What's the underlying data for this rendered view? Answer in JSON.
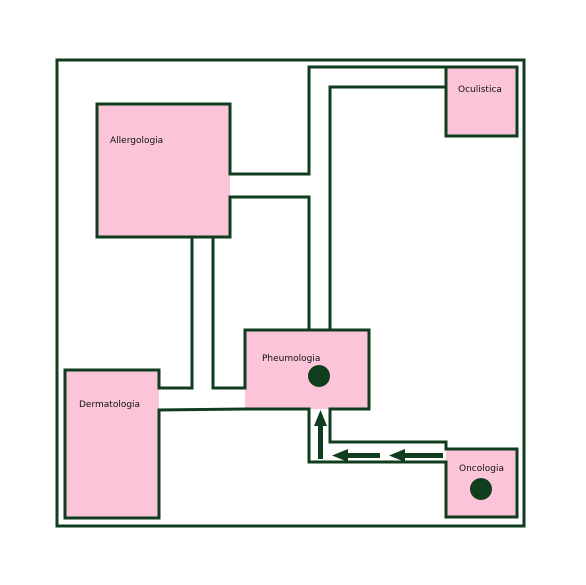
{
  "rooms": {
    "allergologia": "Allergologia",
    "oculistica": "Oculistica",
    "pneumologia": "Pheumologia",
    "dermatologia": "Dermatologia",
    "oncologia": "Oncologia"
  },
  "colors": {
    "room_fill": "#fbc4d8",
    "wall": "#0f3d1e",
    "background": "#ffffff"
  }
}
